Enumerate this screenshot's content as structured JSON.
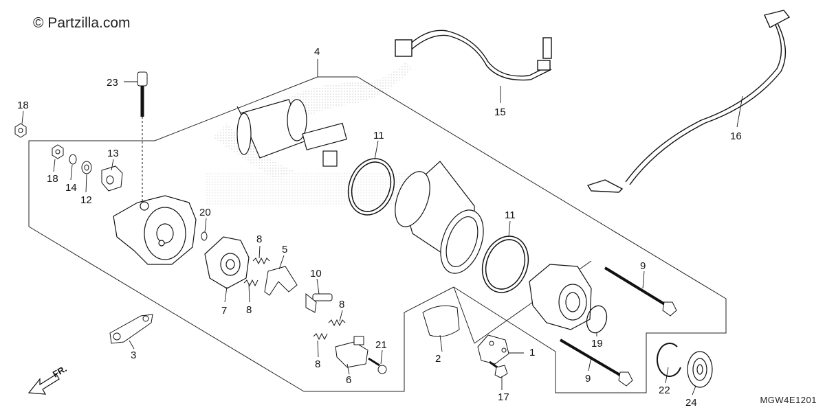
{
  "watermark": {
    "text": "© Partzilla.com"
  },
  "diagram_code": "MGW4E1201",
  "direction_label": "FR.",
  "callouts": [
    {
      "id": "c1",
      "label": "1"
    },
    {
      "id": "c2",
      "label": "2"
    },
    {
      "id": "c3",
      "label": "3"
    },
    {
      "id": "c4",
      "label": "4"
    },
    {
      "id": "c5",
      "label": "5"
    },
    {
      "id": "c6",
      "label": "6"
    },
    {
      "id": "c7",
      "label": "7"
    },
    {
      "id": "c8a",
      "label": "8"
    },
    {
      "id": "c8b",
      "label": "8"
    },
    {
      "id": "c8c",
      "label": "8"
    },
    {
      "id": "c8d",
      "label": "8"
    },
    {
      "id": "c9a",
      "label": "9"
    },
    {
      "id": "c9b",
      "label": "9"
    },
    {
      "id": "c10",
      "label": "10"
    },
    {
      "id": "c11a",
      "label": "11"
    },
    {
      "id": "c11b",
      "label": "11"
    },
    {
      "id": "c12",
      "label": "12"
    },
    {
      "id": "c13",
      "label": "13"
    },
    {
      "id": "c14",
      "label": "14"
    },
    {
      "id": "c15",
      "label": "15"
    },
    {
      "id": "c16",
      "label": "16"
    },
    {
      "id": "c17",
      "label": "17"
    },
    {
      "id": "c18a",
      "label": "18"
    },
    {
      "id": "c18b",
      "label": "18"
    },
    {
      "id": "c19",
      "label": "19"
    },
    {
      "id": "c20",
      "label": "20"
    },
    {
      "id": "c21",
      "label": "21"
    },
    {
      "id": "c22",
      "label": "22"
    },
    {
      "id": "c23",
      "label": "23"
    },
    {
      "id": "c24",
      "label": "24"
    }
  ]
}
